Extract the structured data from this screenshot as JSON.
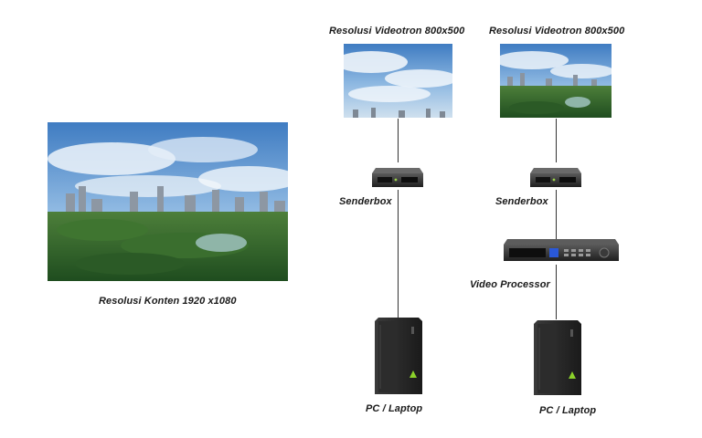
{
  "content": {
    "caption": "Resolusi Konten 1920 x1080"
  },
  "left_chain": {
    "screen_title": "Resolusi Videotron 800x500",
    "senderbox_label": "Senderbox",
    "pc_label": "PC / Laptop"
  },
  "right_chain": {
    "screen_title": "Resolusi Videotron 800x500",
    "senderbox_label": "Senderbox",
    "processor_label": "Video Processor",
    "pc_label": "PC / Laptop"
  },
  "icons": [
    "city-park-photo",
    "senderbox-icon",
    "video-processor-icon",
    "pc-tower-icon"
  ],
  "colors": {
    "sky": "#5f95cf",
    "cloud": "#e9f1f8",
    "park": "#2f6a2c",
    "connector": "#333333",
    "device_dark": "#2b2b2b",
    "accent_green": "#8bd12a"
  }
}
